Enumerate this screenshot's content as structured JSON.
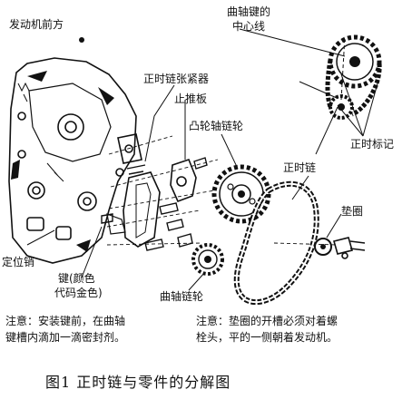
{
  "labels": {
    "engine_front": "发动机前方",
    "crank_key_center_1": "曲轴键的",
    "crank_key_center_2": "中心线",
    "tensioner": "正时链张紧器",
    "thrust_plate": "止推板",
    "cam_sprocket": "凸轮轴链轮",
    "timing_marks": "正时标记",
    "timing_chain": "正时链",
    "washer": "垫圈",
    "dowel_pin": "定位销",
    "key_1": "键(颜色",
    "key_2": "代码金色)",
    "crank_sprocket": "曲轴链轮"
  },
  "notes": {
    "left_1": "注意：安装键前，在曲轴",
    "left_2": "键槽内滴加一滴密封剂。",
    "right_1": "注意：垫圈的开槽必须对着螺",
    "right_2": "栓头，平的一侧朝着发动机。"
  },
  "caption": "图1  正时链与零件的分解图"
}
